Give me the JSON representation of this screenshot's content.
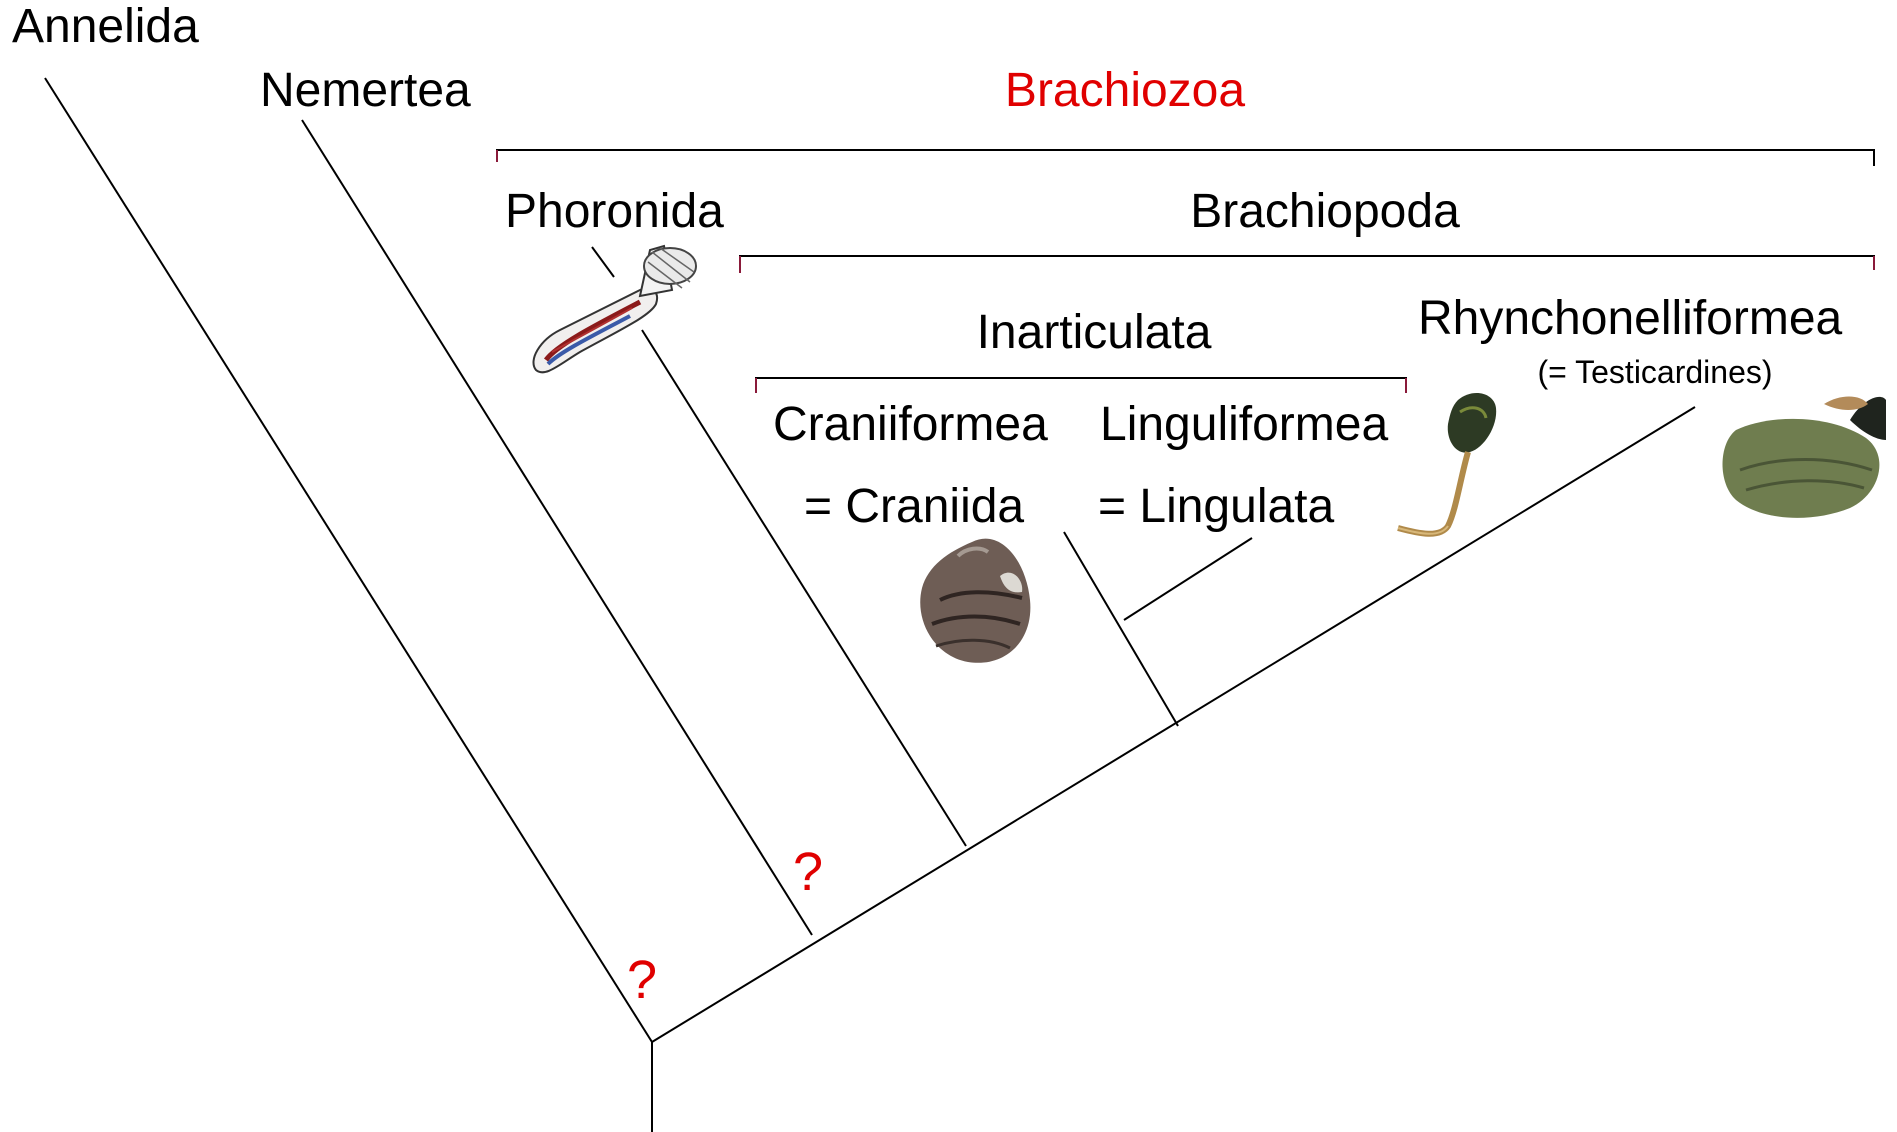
{
  "colors": {
    "line": "#000000",
    "accent_red": "#e00000",
    "bracket_tick": "#8a1a3a"
  },
  "taxa": {
    "annelida": "Annelida",
    "nemertea": "Nemertea",
    "phoronida": "Phoronida",
    "craniiformea": "Craniiformea",
    "craniida": "= Craniida",
    "linguliformea": "Linguliformea",
    "lingulata": "= Lingulata",
    "rhynchonelliformea": "Rhynchonelliformea",
    "testicardines": "(= Testicardines)"
  },
  "groups": {
    "brachiozoa": "Brachiozoa",
    "brachiopoda": "Brachiopoda",
    "inarticulata": "Inarticulata"
  },
  "uncertain_marks": [
    "?",
    "?"
  ],
  "illustrations": [
    "phoronid-worm-drawing",
    "craniid-shell-photo",
    "lingula-photo",
    "rhynchonelliform-shell-photo"
  ]
}
